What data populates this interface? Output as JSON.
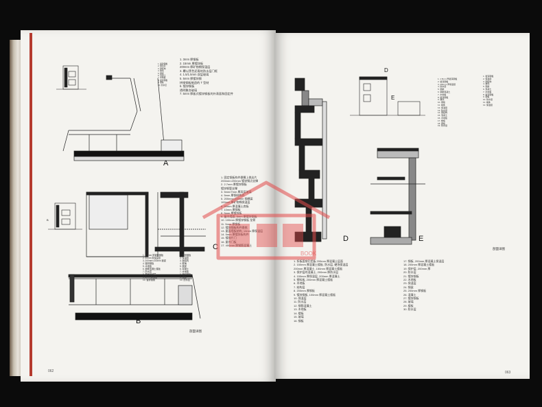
{
  "captions": {
    "a": "A",
    "b": "B",
    "c": "C",
    "d": "D",
    "e": "E",
    "d_top": "D",
    "e_side": "E"
  },
  "page_numbers": {
    "left": "062",
    "right": "063"
  },
  "section_labels": {
    "left": "剖面详图",
    "right": "剖面详图"
  },
  "watermark_text": "BOOK",
  "left_notes_a": "1.  3mm 厚钢板\n2.  15mm 厚镀锌板\n    200mm 厚矿物棉保温层\n3.  覆以黑色沥青的防水层门框\n4.  1.5/1.5mm 双层玻璃\n5.  5mm 厚镀锌钢\n    拼接钢板制造的 T 型材\n6.  镀锌钢板\n    透明聚合玻璃\n7.  5mm 厚板式镀锌钢板的外表面和固定件",
  "left_notes_c": "1.  固定钢板构件悬臂上挑出片\n    200mm×200mm 镀锌钢点支撑\n2.  2.7mm 厚镀锌钢板\n    镀锌钢管支撑\n3.  5mm/7mm 厚双层玻璃\n4.  5mm 厚钢材构件\n5.  200mm×200mm 钢横梁\n    100mm 厚矿物棉保温层\n6.  50mm 厚混凝土底板\n7.  10mm 厚钢板\n8.  5mm 厚镀锌板\n9.  屋内墙面, 5mm 厚镀锌钢板\n10. 100mm 厚镀锌钢板 龙骨\n11. 5mm 厚钢板\n12. 镀锌钢板构件悬挑\n13. 屋面墙板结构, 10mm 厚保温层\n14. 5mm 厚镀锌板构件\n15. 镀锌片门\n16. 屋外门板\n17. 400mm 厚钢筋混凝土",
  "left_notes_b": "1.  1.5mm 厚镀锌钢板\n2.  50mm 厚保温层\n3.  200mm×200mm 钢梁\n4.  镀锌钢板\n5.  木地板\n6.  钢筋混凝土楼板\n7.  防水层\n8.  屋面找坡层\n9.  5mm 厚钢板\n10. 镀锌钢管",
  "left_notes_b2": "1.  镀锌钢板\n2.  保温层\n3.  钢结构\n4.  玻璃\n5.  钢梁\n6.  混凝土\n7.  木地板\n8.  镀锌钢板\n9.  钢板\n10. 防水层",
  "right_notes_top": "1.  1.5mm 厚镀锌钢板\n2.  镀锌钢板\n3.  200mm 厚保温层\n4.  防水层\n5.  钢梁\n6.  钢筋混凝土\n7.  木地板\n8.  镀锌钢板\n9.  玻璃\n10. 钢板\n11. 墙体\n12. 保温层\n13. 防水层\n14. 钢结构\n15. 混凝土\n16. 木地板\n17. 楼板\n18. 钢板\n19. 防水层",
  "right_notes_side": "1.  镀锌钢板\n2.  保温层\n3.  钢结构\n4.  玻璃\n5.  钢梁\n6.  混凝土\n7.  木地板\n8.  镀锌钢板\n9.  钢板\n10. 防水层\n11. 墙体\n12. 保温层",
  "right_notes_bottom_left": "1.  折板面穿孔铝板 200mm 厚混凝土层面\n2.  150mm 厚混凝土楼板, 防水层, 硬泡保温层\n    200mm 厚混凝土, 150mm 厚混凝土楼板\n3.  保护层的混凝土, 200mm 厚防水层\n4.  150mm 厚保温层, 200mm 厚混凝土\n5.  塑料板, 200mm 厚混凝土楼板\n6.  木地板\n7.  结构层\n8.  200mm 厚钢板\n9.  镀锌钢板, 100mm 厚混凝土楼板\n10. 保温层\n11. 防水层\n12. 钢筋混凝土\n13. 木地板\n14. 楼板\n15. 玻璃\n16. 钢板",
  "right_notes_bottom_right": "17. 钢板, 200mm 厚混凝土保温层\n18. 200mm 厚混凝土楼板\n19. 保护层, 200mm 厚\n20. 防水层\n21. 镀锌钢板\n22. 木地板\n23. 保温层\n24. 钢梁\n25. 200mm 厚钢板\n26. 混凝土\n27. 镀锌钢板\n28. 玻璃\n29. 楼板\n30. 防水层"
}
